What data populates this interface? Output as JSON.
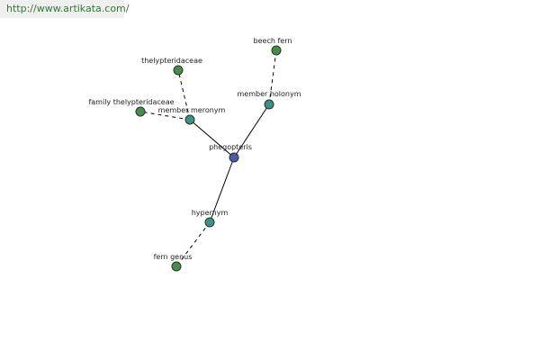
{
  "watermark": {
    "text": "http://www.artikata.com/"
  },
  "graph": {
    "colors": {
      "center": "#4a5aa8",
      "relation": "#3f8f8a",
      "leaf": "#4a8a4a",
      "edge": "#000000"
    },
    "nodes": {
      "center": {
        "label": "phegopteris",
        "kind": "center"
      },
      "meronym": {
        "label": "member meronym",
        "kind": "relation"
      },
      "holonym": {
        "label": "member holonym",
        "kind": "relation"
      },
      "hypernym": {
        "label": "hypernym",
        "kind": "relation"
      },
      "thelypteridaceae": {
        "label": "thelypteridaceae",
        "kind": "leaf"
      },
      "family": {
        "label": "family thelypteridaceae",
        "kind": "leaf"
      },
      "beech": {
        "label": "beech fern",
        "kind": "leaf"
      },
      "fern": {
        "label": "fern genus",
        "kind": "leaf"
      }
    },
    "edges": [
      {
        "from": "center",
        "to": "meronym",
        "style": "solid"
      },
      {
        "from": "center",
        "to": "holonym",
        "style": "solid"
      },
      {
        "from": "center",
        "to": "hypernym",
        "style": "solid"
      },
      {
        "from": "meronym",
        "to": "thelypteridaceae",
        "style": "dashed"
      },
      {
        "from": "meronym",
        "to": "family",
        "style": "dashed"
      },
      {
        "from": "holonym",
        "to": "beech",
        "style": "dashed"
      },
      {
        "from": "hypernym",
        "to": "fern",
        "style": "dashed"
      }
    ]
  }
}
